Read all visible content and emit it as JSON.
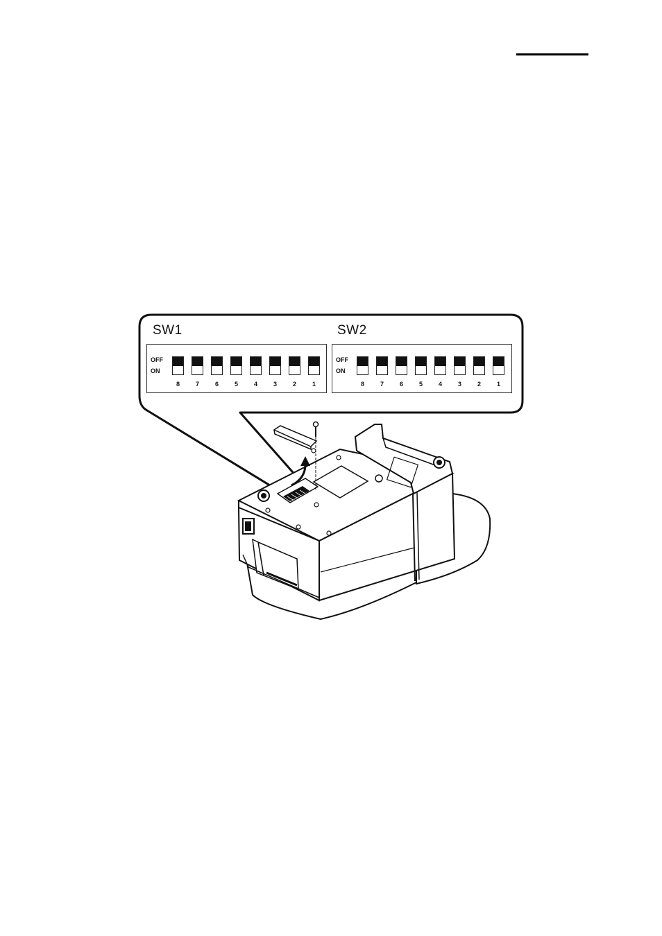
{
  "dip_diagram": {
    "switch_banks": [
      {
        "name": "SW1",
        "off_label": "OFF",
        "on_label": "ON",
        "switches": [
          {
            "number": "8",
            "state": "OFF"
          },
          {
            "number": "7",
            "state": "OFF"
          },
          {
            "number": "6",
            "state": "OFF"
          },
          {
            "number": "5",
            "state": "OFF"
          },
          {
            "number": "4",
            "state": "OFF"
          },
          {
            "number": "3",
            "state": "OFF"
          },
          {
            "number": "2",
            "state": "OFF"
          },
          {
            "number": "1",
            "state": "OFF"
          }
        ]
      },
      {
        "name": "SW2",
        "off_label": "OFF",
        "on_label": "ON",
        "switches": [
          {
            "number": "8",
            "state": "OFF"
          },
          {
            "number": "7",
            "state": "OFF"
          },
          {
            "number": "6",
            "state": "OFF"
          },
          {
            "number": "5",
            "state": "OFF"
          },
          {
            "number": "4",
            "state": "OFF"
          },
          {
            "number": "3",
            "state": "OFF"
          },
          {
            "number": "2",
            "state": "OFF"
          },
          {
            "number": "1",
            "state": "OFF"
          }
        ]
      }
    ]
  }
}
